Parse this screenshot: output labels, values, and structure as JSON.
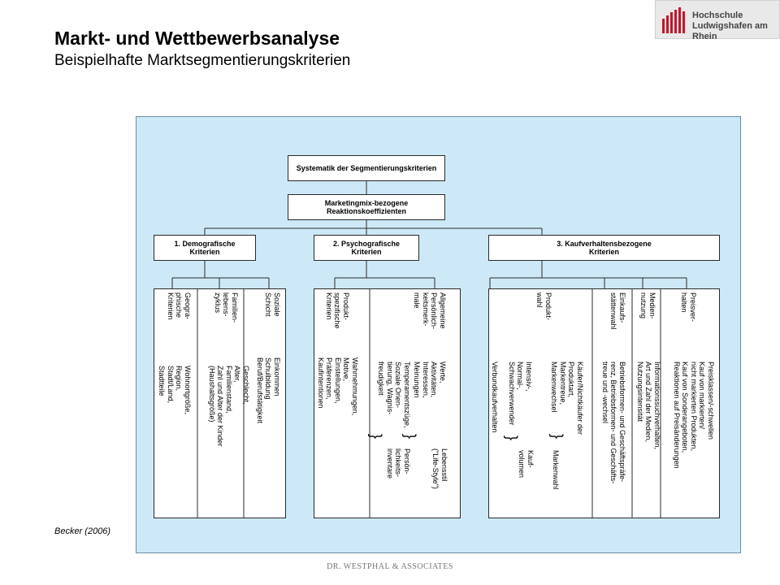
{
  "header": {
    "title": "Markt- und Wettbewerbsanalyse",
    "subtitle": "Beispielhafte Marktsegmentierungskriterien"
  },
  "logo": {
    "line1": "Hochschule",
    "line2": "Ludwigshafen am Rhein",
    "color": "#c0182b"
  },
  "diagram": {
    "root": "Systematik der Segmentierungskriterien",
    "level2": "Marketingmix-bezogene\nReaktionskoeffizienten",
    "groups": [
      {
        "label": "1. Demografische\nKriterien"
      },
      {
        "label": "2. Psychografische\nKriterien"
      },
      {
        "label": "3. Kaufverhaltensbezogene\nKriterien"
      }
    ],
    "cols": {
      "geo_h": "Geogra-\nphische\nKriterien",
      "geo_b": "Wohnortgröße,\nRegion,\nStadt/Land,\nStadtteile",
      "fam_h": "Familien-\nlebens-\nzyklus",
      "fam_b": "Geschlecht,\nAlter,\nFamilienstand,\nZahl und Alter der Kinder\n(Haushaltsgröße)",
      "soz_h": "Soziale\nSchicht",
      "soz_b": "Einkommen\nSchulbildung\nBeruf/Berufstätigkeit",
      "prod_h": "Produkt-\nspezifische\nKriterien",
      "prod_b": "Wahrnehmungen,\nMotive,\nEinstellungen,\nPräferenzen,\nKaufintentionen",
      "pers_h": "Allgemeine\nPersönlich-\nkeitsmerk-\nmale",
      "pers_b1": "Werte,\nAktivitäten,\nInteressen,\nMeinungen",
      "pers_s1": "Lebensstil\n(\"Life-Style\")",
      "pers_b2": "Temperamentszüge,\nSoziale Orien-\ntierung, Wagnis-\nfreudigkeit",
      "pers_s2": "Persön-\nlichkeits-\ninventare",
      "pw_h": "Produkt-\nwahl",
      "pw_b1": "Käufer/Nichtkäufer der\nProduktart,\nMarkentreue,\nMarkenwechsel",
      "pw_s1": "Markenwahl",
      "pw_b2": "Intensiv-,\nNormal-,\nSchwachverwender",
      "pw_s2": "Kauf-\nvolumen",
      "pw_b3": "Verbundkaufverhalten",
      "ein_h": "Einkaufs-\nstättenwahl",
      "ein_b": "Betriebsformen- und Geschäftspräfe-\nrenz, Betriebsformen- und Geschäfts-\ntreue und -wechsel",
      "med_h": "Medien-\nnutzung",
      "med_b": "Informationssuchverhalten,\nArt und Zahl der Medien,\nNutzungsintensität",
      "pr_h": "Preisver-\nhalten",
      "pr_b": "Preisklassen/-schwellen\nKauf von markierten/\nnicht markierten Produkten,\nKauf von Sonderangeboten,\nReaktionen auf Preisänderungen"
    }
  },
  "citation": "Becker (2006)",
  "footer": "DR. WESTPHAL & ASSOCIATES"
}
